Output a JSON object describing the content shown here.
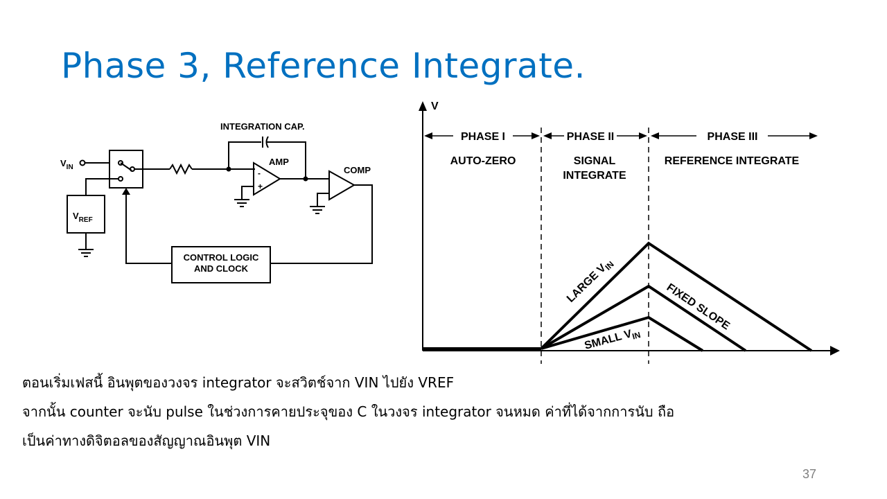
{
  "slide": {
    "title": "Phase 3, Reference Integrate.",
    "body_lines": [
      "ตอนเริ่มเฟสนี้  อินพุตของวงจร integrator จะสวิตช์จาก  VIN ไปยัง VREF",
      "จากนั้น counter จะนับ pulse ในช่วงการคายประจุของ C ในวงจร  integrator จนหมด ค่าที่ได้จากการนับ ถือ",
      "เป็นค่าทางดิจิตอลของสัญญาณอินพุต VIN"
    ],
    "page_number": "37"
  },
  "circuit": {
    "vin_main": "V",
    "vin_sub": "IN",
    "vref_main": "V",
    "vref_sub": "REF",
    "integration_cap": "INTEGRATION CAP.",
    "amp": "AMP",
    "comp": "COMP",
    "control_line1": "CONTROL LOGIC",
    "control_line2": "AND CLOCK",
    "minus": "-",
    "plus": "+"
  },
  "graph": {
    "v_axis": "V",
    "phase1": "PHASE I",
    "phase2": "PHASE II",
    "phase3": "PHASE III",
    "autozero": "AUTO-ZERO",
    "signal1": "SIGNAL",
    "signal2": "INTEGRATE",
    "refint": "REFERENCE INTEGRATE",
    "large_main": "LARGE V",
    "large_sub": "IN",
    "small_main": "SMALL V",
    "small_sub": "IN",
    "fixed_slope": "FIXED SLOPE"
  }
}
